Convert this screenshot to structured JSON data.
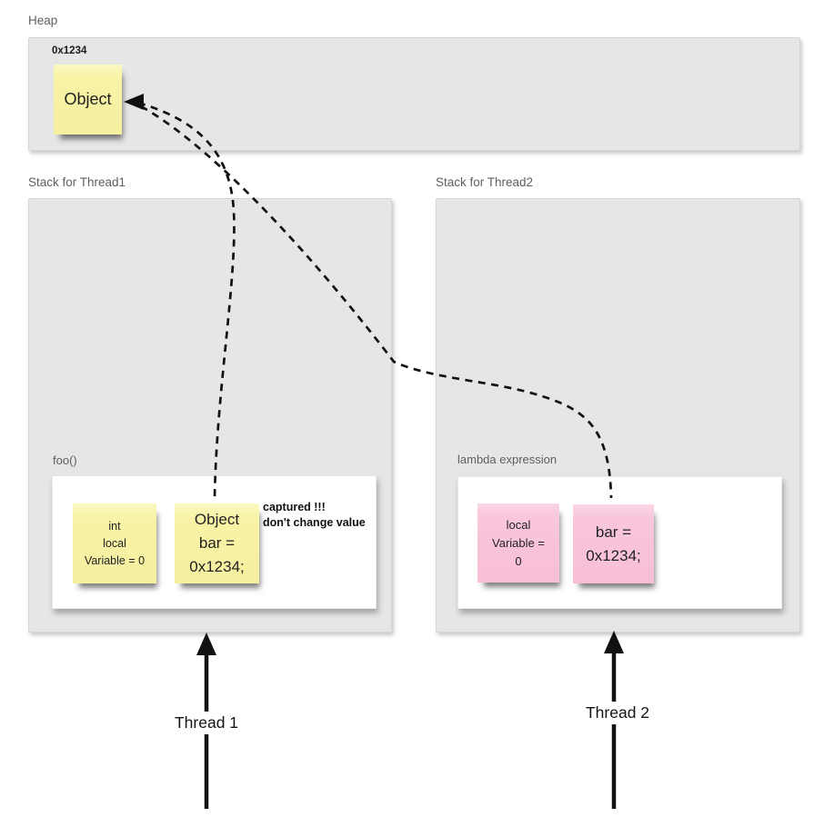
{
  "diagram": {
    "heap": {
      "label": "Heap",
      "address": "0x1234",
      "object_note": "Object"
    },
    "stack_thread1": {
      "label": "Stack for Thread1",
      "frame_label": "foo()",
      "local_note_lines": [
        "int",
        "local",
        "Variable = 0"
      ],
      "captured_note_lines": [
        "Object",
        "bar =",
        "0x1234;"
      ],
      "annotation_lines": [
        "captured !!!",
        "don't change value"
      ],
      "thread_label": "Thread 1"
    },
    "stack_thread2": {
      "label": "Stack for Thread2",
      "frame_label": "lambda expression",
      "local_note_lines": [
        "local",
        "Variable =",
        "0"
      ],
      "captured_note_lines": [
        "bar =",
        "0x1234;"
      ],
      "thread_label": "Thread 2"
    },
    "colors": {
      "note_yellow": "#f7f2a3",
      "note_pink": "#f8c5db",
      "container_gray": "#e6e6e6",
      "frame_white": "#ffffff",
      "line_black": "#111111",
      "label_gray": "#5f5f5f"
    }
  }
}
